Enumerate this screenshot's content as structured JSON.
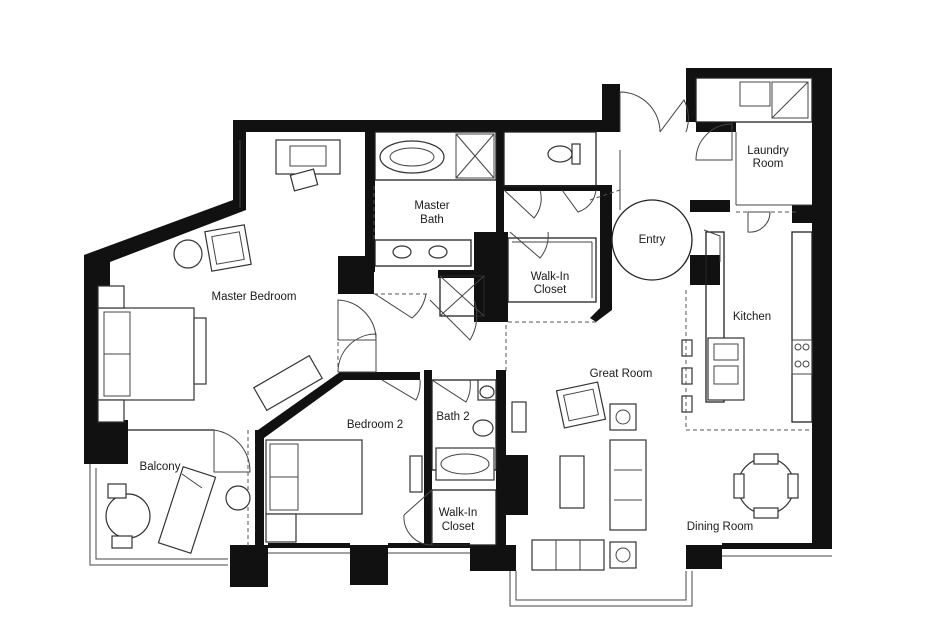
{
  "rooms": {
    "laundry": [
      "Laundry",
      "Room"
    ],
    "master_bath": [
      "Master",
      "Bath"
    ],
    "entry": "Entry",
    "walk_in_closet_1": [
      "Walk-In",
      "Closet"
    ],
    "master_bedroom": "Master Bedroom",
    "kitchen": "Kitchen",
    "great_room": "Great Room",
    "bedroom_2": "Bedroom 2",
    "bath_2": "Bath 2",
    "balcony": "Balcony",
    "walk_in_closet_2": [
      "Walk-In",
      "Closet"
    ],
    "dining_room": "Dining Room"
  }
}
